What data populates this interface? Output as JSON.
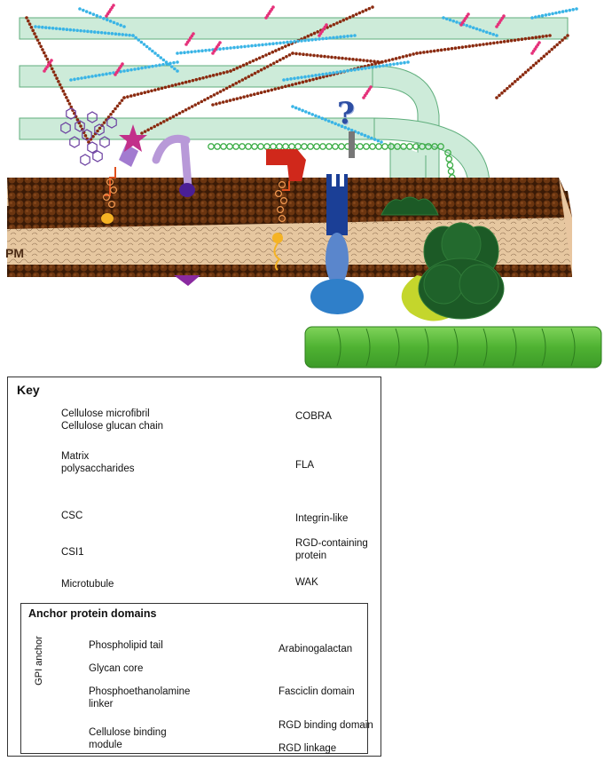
{
  "diagram": {
    "pm_label": "PM",
    "question_mark": "?"
  },
  "key": {
    "title": "Key",
    "items": {
      "cellulose_microfibril": "Cellulose microfibril",
      "cellulose_glucan_chain": "Cellulose glucan chain",
      "matrix_polysaccharides_line1": "Matrix",
      "matrix_polysaccharides_line2": "polysaccharides",
      "csc": "CSC",
      "csi1": "CSI1",
      "microtubule": "Microtubule",
      "cobra": "COBRA",
      "fla": "FLA",
      "integrin_like": "Integrin-like",
      "rgd_protein_line1": "RGD-containing",
      "rgd_protein_line2": "protein",
      "wak": "WAK"
    },
    "anchor_domains": {
      "title": "Anchor protein domains",
      "gpi_anchor": "GPI anchor",
      "phospholipid_tail": "Phospholipid tail",
      "glycan_core": "Glycan core",
      "phosphoethanolamine_line1": "Phosphoethanolamine",
      "phosphoethanolamine_line2": "linker",
      "cellulose_binding_line1": "Cellulose binding",
      "cellulose_binding_line2": "module",
      "arabinogalactan": "Arabinogalactan",
      "fasciclin_domain": "Fasciclin domain",
      "rgd_binding_domain": "RGD binding domain",
      "rgd_linkage": "RGD linkage"
    }
  },
  "colors": {
    "microfibril": "#cdebd9",
    "microfibril_edge": "#5fae7c",
    "glucan": "#3fae49",
    "membrane_head": "#5a2d0c",
    "membrane_body": "#e3c39c",
    "csc": "#1c5a26",
    "csi1": "#c4d62c",
    "microtubule": "#5bbf3f",
    "cobra": "#d0281b",
    "gpi_tail": "#f5b324",
    "glycan": "#f39a52",
    "linker": "#e0501e",
    "arabinogalactan": "#6b3fa0",
    "fasciclin": "#c2308a",
    "integrin": "#1b3f96",
    "integrin_mid": "#5a86cc",
    "integrin_head": "#2f7fc9",
    "wak": "#5a2aa0",
    "wak_kinase": "#8a2aa0",
    "matrix_cyan": "#39b4e6",
    "matrix_pink": "#e5317a",
    "matrix_brown": "#8a2a0f"
  }
}
